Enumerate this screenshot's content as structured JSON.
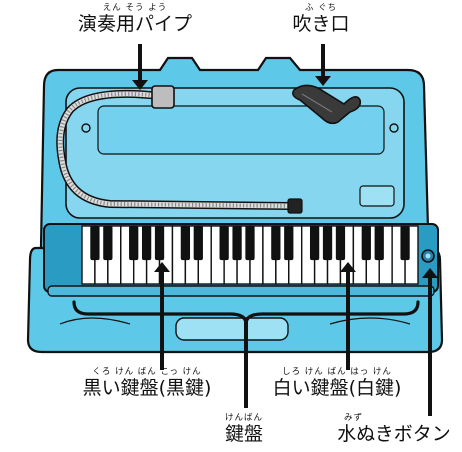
{
  "labels": {
    "pipe": {
      "text": "演奏用パイプ",
      "ruby": "えん そう よう"
    },
    "mouthpiece": {
      "text": "吹き口",
      "ruby": "ふ    ぐち"
    },
    "black_keys": {
      "text": "黒い鍵盤(黒鍵)",
      "ruby": "くろ   けん ばん  こっ けん"
    },
    "white_keys": {
      "text": "白い鍵盤(白鍵)",
      "ruby": "しろ   けん ばん  はっ けん"
    },
    "keyboard": {
      "text": "鍵盤",
      "ruby": "けんばん"
    },
    "drain_button": {
      "text": "水ぬきボタン",
      "ruby": "みず"
    }
  },
  "colors": {
    "case": "#5ec8e8",
    "case_dark": "#2a9cc4",
    "outline": "#111111",
    "key_white": "#ffffff",
    "key_black": "#111111",
    "pipe": "#dddddd",
    "mouthpiece": "#3a3a3a"
  },
  "keyboard": {
    "white_key_count": 26
  }
}
